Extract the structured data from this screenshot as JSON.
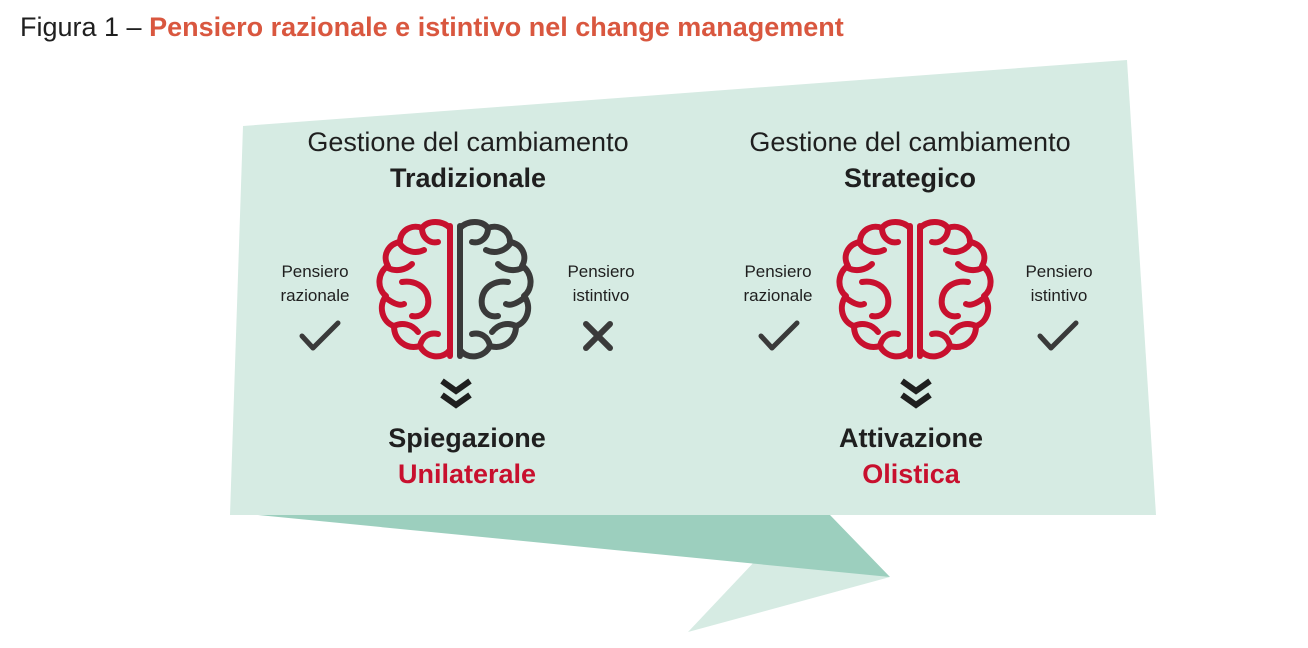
{
  "title": {
    "prefix": "Figura 1 – ",
    "highlight": "Pensiero razionale e istintivo nel change management"
  },
  "colors": {
    "accent_title": "#d9573f",
    "brain_red": "#c8102e",
    "brain_dark": "#3a3a3a",
    "panel_bg": "#d6ebe3",
    "ribbon_dark": "#9ccfbe"
  },
  "panels": [
    {
      "heading_line1": "Gestione del cambiamento",
      "heading_line2": "Tradizionale",
      "left_label": "Pensiero razionale",
      "left_status_icon": "check-icon",
      "right_label": "Pensiero istintivo",
      "right_status_icon": "cross-icon",
      "result_line1": "Spiegazione",
      "result_line2": "Unilaterale"
    },
    {
      "heading_line1": "Gestione del cambiamento",
      "heading_line2": "Strategico",
      "left_label": "Pensiero razionale",
      "left_status_icon": "check-icon",
      "right_label": "Pensiero istintivo",
      "right_status_icon": "check-icon",
      "result_line1": "Attivazione",
      "result_line2": "Olistica"
    }
  ]
}
